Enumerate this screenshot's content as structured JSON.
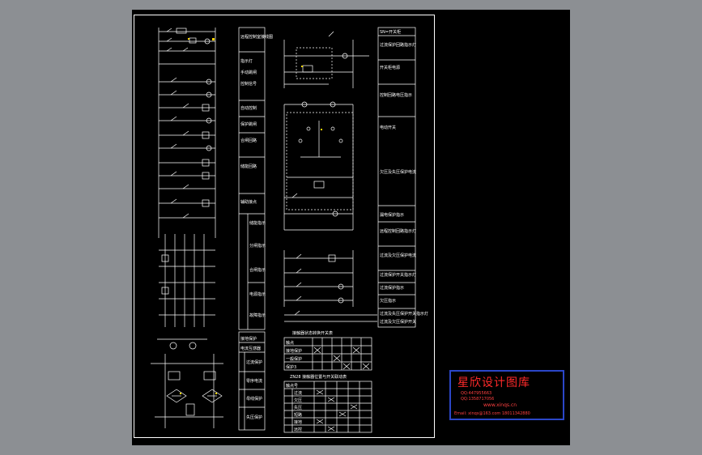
{
  "colors": {
    "background": "#8c8f93",
    "canvas": "#000000",
    "lines": "#ffffff",
    "accent": "#ffd700",
    "watermark": "#ff2a2a",
    "watermark_border": "#2b46c8"
  },
  "panel_left": {
    "labels": [
      "远程控制室接线图",
      "指示灯",
      "手动跳闸",
      "控制信号",
      "自动控制",
      "保护跳闸",
      "合闸回路",
      "储能回路",
      "辅助接点",
      "储能指示",
      "分闸指示",
      "合闸指示",
      "电源指示",
      "故障指示"
    ],
    "bottom_labels": [
      "接地保护",
      "电流互感器",
      "过流保护",
      "零序电流",
      "母线保护",
      "失压保护"
    ]
  },
  "panel_right": {
    "labels": [
      "SN=开关柜",
      "过流保护回路指示灯",
      "开关柜电源",
      "控制回路电压指示",
      "电动开关",
      "欠压及失压保护电流",
      "漏电保护指示",
      "远程控制回路指示灯",
      "过流及欠压保护电流",
      "过流保护开关指示灯",
      "过流保护指示",
      "欠压指示",
      "过流及失压保护开关指示灯",
      "过流及欠压保护开关"
    ]
  },
  "table1": {
    "title": "接触器状态转换开关表",
    "rows": [
      "触点",
      "接地保护",
      "一般保护",
      "保护3"
    ]
  },
  "table2": {
    "title": "ZN28 接触器位置与开关联动表",
    "rows": [
      "触点号",
      "过流",
      "欠压",
      "失压",
      "短路",
      "接地",
      "远控"
    ]
  },
  "watermark": {
    "title": "星欣设计图库",
    "qq1": "QQ:447955663",
    "qq2": "QQ:1358717056",
    "url": "www.xinqs.cn",
    "email": "Email: xinqs@163.com 18011342880"
  }
}
